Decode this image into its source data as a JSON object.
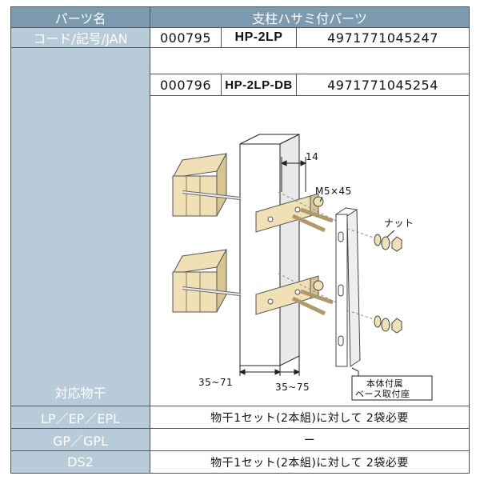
{
  "header": {
    "col_label": "パーツ名",
    "part_name": "支柱ハサミ付パーツ"
  },
  "codes_label": "コード/記号/JAN",
  "products": [
    {
      "code": "000795",
      "symbol": "HP-2LP",
      "jan": "4971771045247"
    },
    {
      "code": "000796",
      "symbol": "HP-2LP-DB",
      "jan": "4971771045254"
    }
  ],
  "diagram": {
    "dim_14": "14",
    "bolt": "M5×45",
    "nut": "ナット",
    "range_left": "35~71",
    "range_right": "35~75",
    "note_line1": "本体付属",
    "note_line2": "ベース取付座"
  },
  "compatible_label": "対応物干",
  "rows": [
    {
      "label": "LP／EP／EPL",
      "value": "物干1セット(2本組)に対して 2袋必要"
    },
    {
      "label": "GP／GPL",
      "value": "ー"
    },
    {
      "label": "DS2",
      "value": "物干1セット(2本組)に対して 2袋必要"
    }
  ],
  "colors": {
    "header_bg": "#7d9bb0",
    "label_bg": "#b8cbd9",
    "bracket": "#efe0b6",
    "border": "#4a5560"
  }
}
